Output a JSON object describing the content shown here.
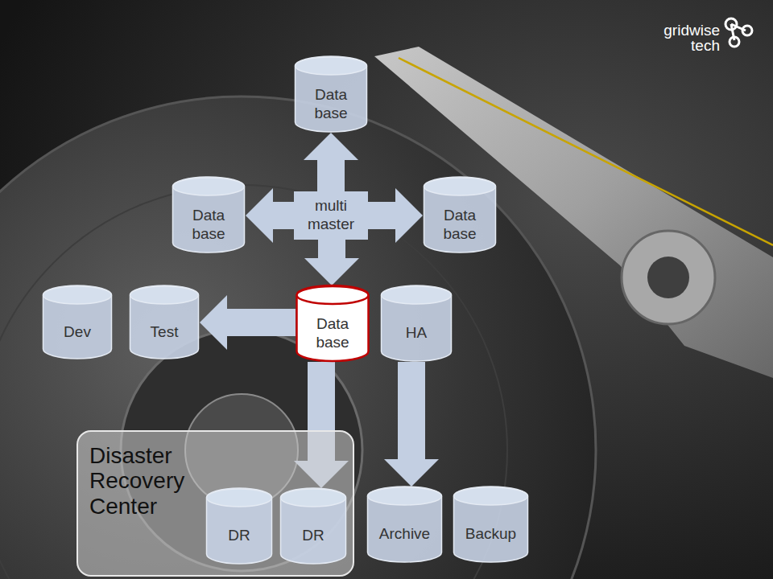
{
  "diagram": {
    "nodes": [
      {
        "text": [
          "Data base"
        ]
      },
      {
        "text": [
          "Data base"
        ]
      },
      {
        "text": [
          "multi master"
        ]
      },
      {
        "text": [
          "Data base"
        ]
      },
      {
        "text": [
          "Dev"
        ]
      },
      {
        "text": [
          "Test"
        ]
      },
      {
        "text": [
          "Data base"
        ]
      },
      {
        "text": [
          "HA"
        ]
      },
      {
        "text": [
          "Disaster Recovery Center"
        ]
      },
      {
        "text": [
          "DR"
        ],
        "in": 8
      },
      {
        "text": [
          "DR"
        ],
        "in": 8
      },
      {
        "text": [
          "Archive"
        ]
      },
      {
        "text": [
          "Backup"
        ]
      }
    ],
    "edges": [
      {
        "from": 2,
        "to": 0,
        "arrow": "to"
      },
      {
        "from": 2,
        "to": 1,
        "arrow": "to"
      },
      {
        "from": 2,
        "to": 3,
        "arrow": "to"
      },
      {
        "from": 2,
        "to": 6,
        "arrow": "to"
      },
      {
        "from": 6,
        "to": 5,
        "arrow": "to"
      },
      {
        "from": 6,
        "to": 10,
        "arrow": "to"
      },
      {
        "from": 7,
        "to": 11,
        "arrow": "to"
      }
    ],
    "labels": [
      "gridwise tech"
    ]
  }
}
